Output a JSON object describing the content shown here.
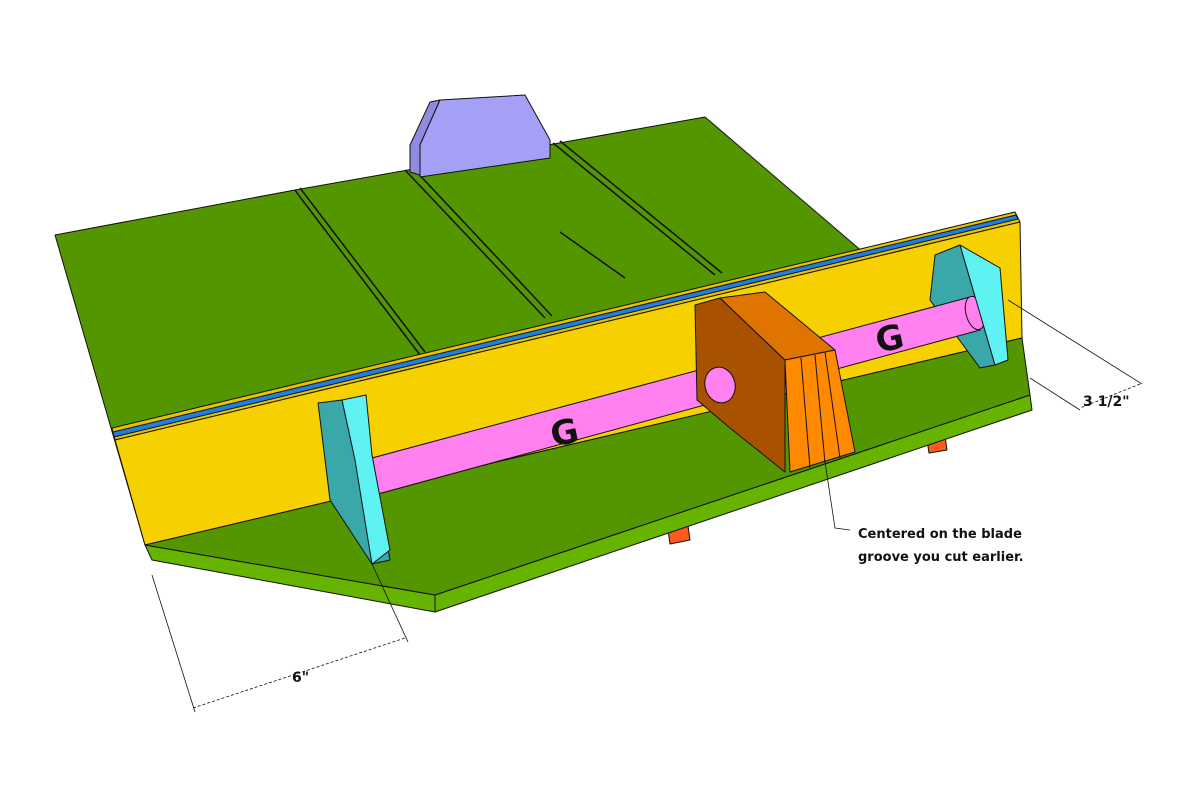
{
  "diagram": {
    "part_label_left": "G",
    "part_label_right": "G",
    "dimension_left": "6\"",
    "dimension_right": "3 1/2\"",
    "callout_line1": "Centered on the blade",
    "callout_line2": "groove you cut earlier."
  },
  "colors": {
    "table_top": "#549600",
    "table_edge": "#66b400",
    "fence": "#f7d000",
    "rail": "#1e7fe0",
    "back_fence": "#a3a0f5",
    "rod": "#ff80ee",
    "end_block": "#5ff2f2",
    "center_block": "#ff8a00",
    "center_block_side": "#a85200",
    "runner": "#ff5a1a"
  }
}
